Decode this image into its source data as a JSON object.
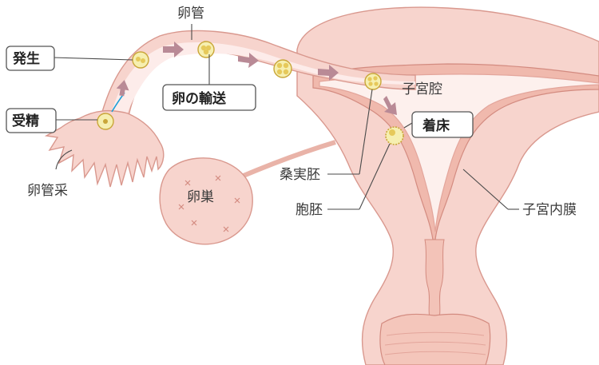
{
  "labels": {
    "oviduct": "卵管",
    "fertilization_site": "発生",
    "fertilization": "受精",
    "egg_transport": "卵の輸送",
    "fimbriae": "卵管采",
    "ovary": "卵巣",
    "uterine_cavity": "子宮腔",
    "implantation": "着床",
    "morula": "桑実胚",
    "blastocyst": "胞胚",
    "endometrium": "子宮内膜"
  },
  "colors": {
    "tissue": "#f7d4cd",
    "tissue_outline": "#d9988e",
    "cavity": "#fdf0ed",
    "arrow": "#b98a96",
    "embryo_fill": "#f6efb0",
    "embryo_outline": "#c9a638",
    "sperm": "#1d9fd8"
  }
}
